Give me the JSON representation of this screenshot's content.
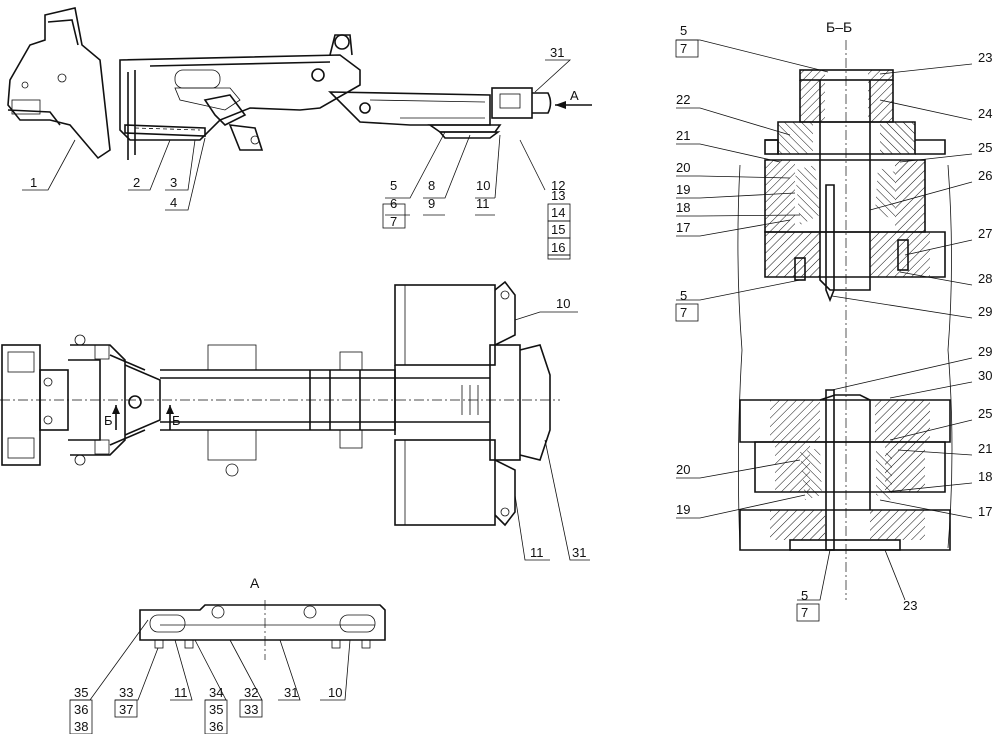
{
  "section_title": "Б–Б",
  "view_a_title": "А",
  "arrow_a_label": "А",
  "section_mark_left": "Б",
  "section_mark_right": "Б",
  "side_view_labels": {
    "l1": "1",
    "l2": "2",
    "l3": "3",
    "l4": "4",
    "l5": "5",
    "l6": "6",
    "l7": "7",
    "l8": "8",
    "l9": "9",
    "l10": "10",
    "l11": "11",
    "l12": "12",
    "l13": "13",
    "l14": "14",
    "l15": "15",
    "l16": "16",
    "l31": "31"
  },
  "plan_view_labels": {
    "l10": "10",
    "l11": "11",
    "l31": "31"
  },
  "view_a_labels": {
    "l35a": "35",
    "l36a": "36",
    "l38": "38",
    "l33a": "33",
    "l37": "37",
    "l11": "11",
    "l34": "34",
    "l35b": "35",
    "l36b": "36",
    "l32": "32",
    "l33b": "33",
    "l31": "31",
    "l10": "10"
  },
  "section_labels": {
    "l5top": "5",
    "l7top": "7",
    "l23top": "23",
    "l22": "22",
    "l24": "24",
    "l21a": "21",
    "l25a": "25",
    "l20a": "20",
    "l26": "26",
    "l19a": "19",
    "l18a": "18",
    "l17a": "17",
    "l27": "27",
    "l28": "28",
    "l5mid": "5",
    "l7mid": "7",
    "l29a": "29",
    "l29b": "29",
    "l30": "30",
    "l25b": "25",
    "l21b": "21",
    "l20b": "20",
    "l18b": "18",
    "l19b": "19",
    "l17b": "17",
    "l5bot": "5",
    "l7bot": "7",
    "l23bot": "23"
  }
}
